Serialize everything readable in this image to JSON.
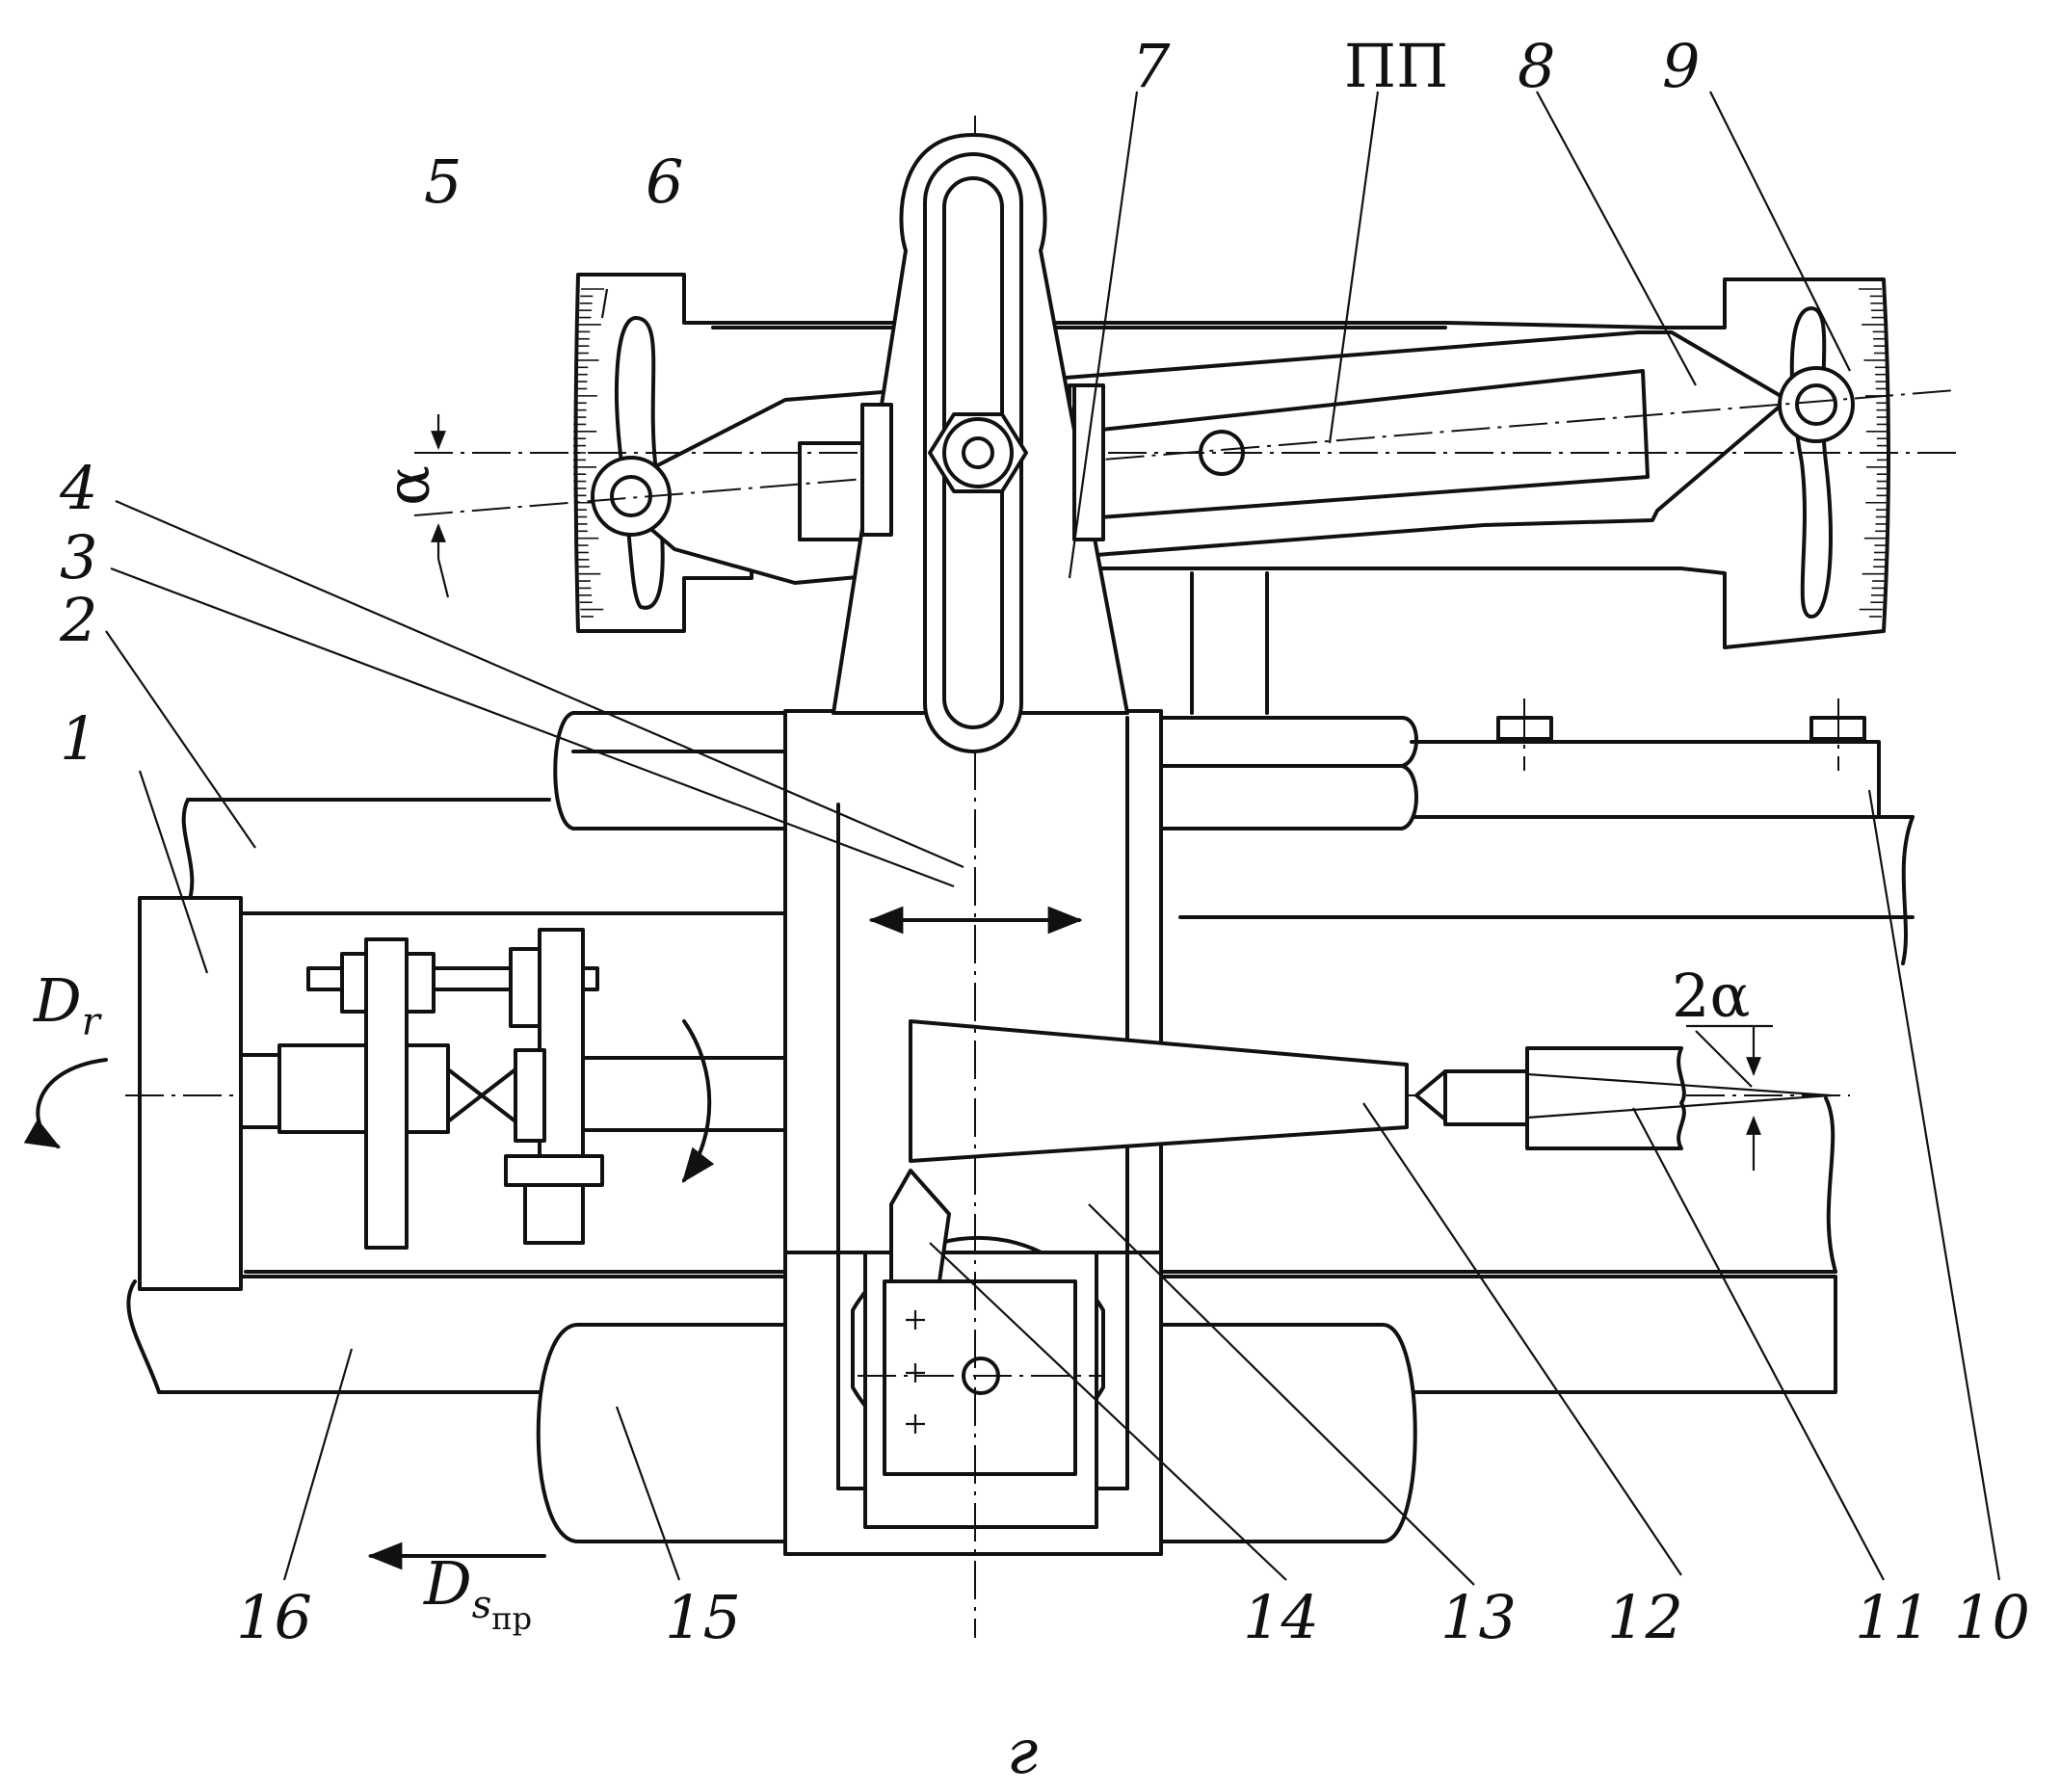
{
  "labels": {
    "n1": "1",
    "n2": "2",
    "n3": "3",
    "n4": "4",
    "n5": "5",
    "n6": "6",
    "n7": "7",
    "n8": "8",
    "n9": "9",
    "n10": "10",
    "n11": "11",
    "n12": "12",
    "n13": "13",
    "n14": "14",
    "n15": "15",
    "n16": "16",
    "pp": "ПП",
    "alpha": "α",
    "two_alpha": "2α",
    "dr_main": "D",
    "dr_sub": "r",
    "ds_main": "D",
    "ds_sub1": "s",
    "ds_sub2": "пр"
  },
  "caption": "г"
}
